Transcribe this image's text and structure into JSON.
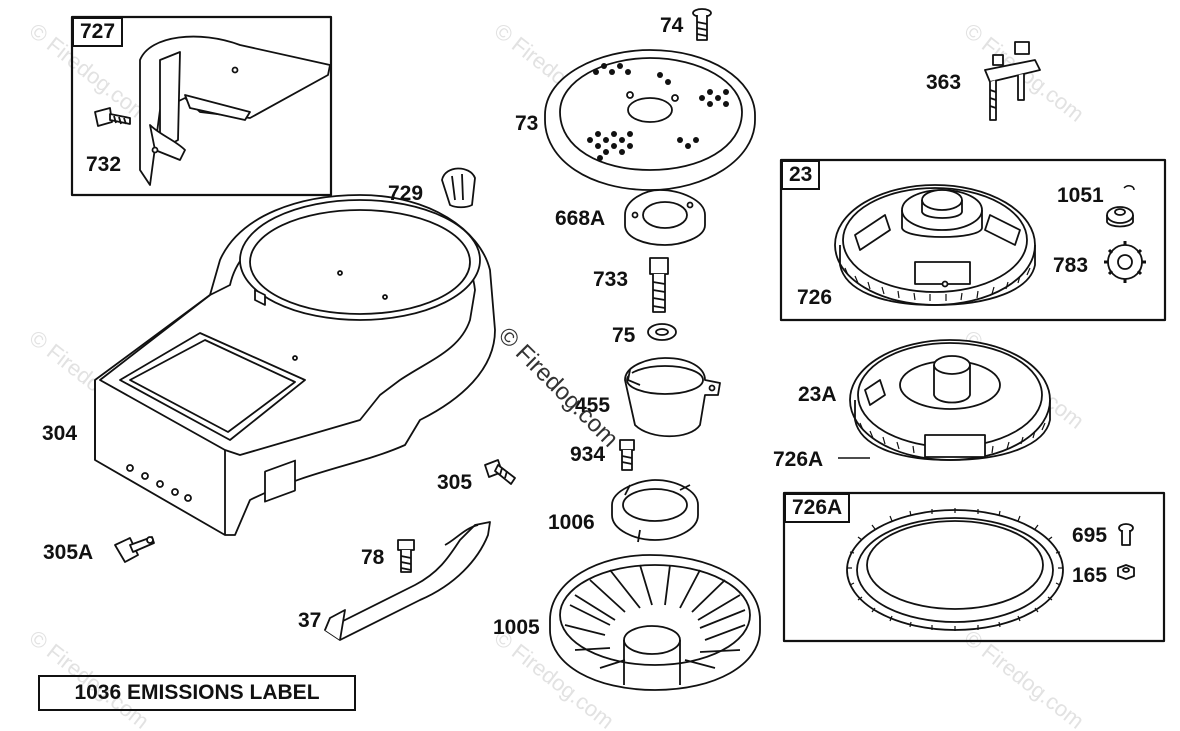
{
  "watermark": "© Firedog.com",
  "copyright": "© Firedog.com",
  "emissions_label": "1036 EMISSIONS LABEL",
  "parts": {
    "p727": "727",
    "p732": "732",
    "p729": "729",
    "p304": "304",
    "p305": "305",
    "p305A": "305A",
    "p78": "78",
    "p37": "37",
    "p74": "74",
    "p73": "73",
    "p668A": "668A",
    "p733": "733",
    "p75": "75",
    "p455": "455",
    "p934": "934",
    "p1006": "1006",
    "p1005": "1005",
    "p363": "363",
    "p23": "23",
    "p1051": "1051",
    "p783": "783",
    "p726": "726",
    "p23A": "23A",
    "p726A_side": "726A",
    "p726A_box": "726A",
    "p695": "695",
    "p165": "165"
  }
}
